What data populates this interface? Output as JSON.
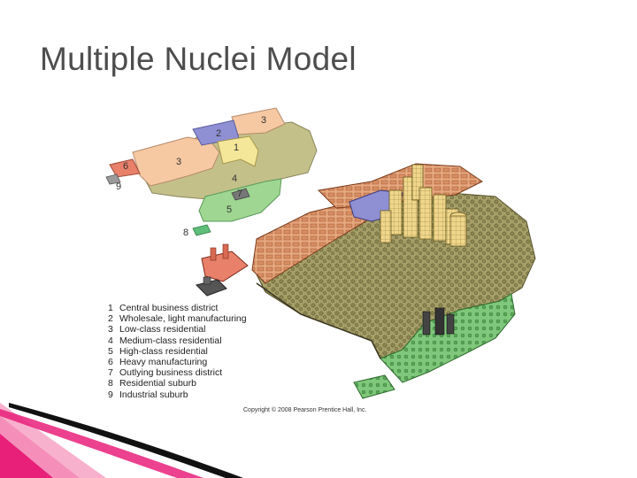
{
  "slide": {
    "title": "Multiple Nuclei Model"
  },
  "map": {
    "zones": [
      {
        "number": "1",
        "color": "#f5e79a"
      },
      {
        "number": "2",
        "color": "#8f8fd4"
      },
      {
        "number": "3",
        "color": "#f6c9a3"
      },
      {
        "number": "3",
        "color": "#f6c9a3"
      },
      {
        "number": "4",
        "color": "#c4c08a"
      },
      {
        "number": "5",
        "color": "#9fd692"
      },
      {
        "number": "6",
        "color": "#e8806a"
      },
      {
        "number": "7",
        "color": "#777777"
      },
      {
        "number": "8",
        "color": "#5fbf7a"
      },
      {
        "number": "9",
        "color": "#9a9a9a"
      }
    ]
  },
  "legend": [
    {
      "num": "1",
      "label": "Central business district"
    },
    {
      "num": "2",
      "label": "Wholesale, light manufacturing"
    },
    {
      "num": "3",
      "label": "Low-class residential"
    },
    {
      "num": "4",
      "label": "Medium-class residential"
    },
    {
      "num": "5",
      "label": "High-class residential"
    },
    {
      "num": "6",
      "label": "Heavy manufacturing"
    },
    {
      "num": "7",
      "label": "Outlying business district"
    },
    {
      "num": "8",
      "label": "Residential suburb"
    },
    {
      "num": "9",
      "label": "Industrial suburb"
    }
  ],
  "copyright": "Copyright © 2008 Pearson Prentice Hall, Inc.",
  "colors": {
    "accent_magenta": "#e8207a",
    "accent_pink": "#f7a8c8"
  }
}
